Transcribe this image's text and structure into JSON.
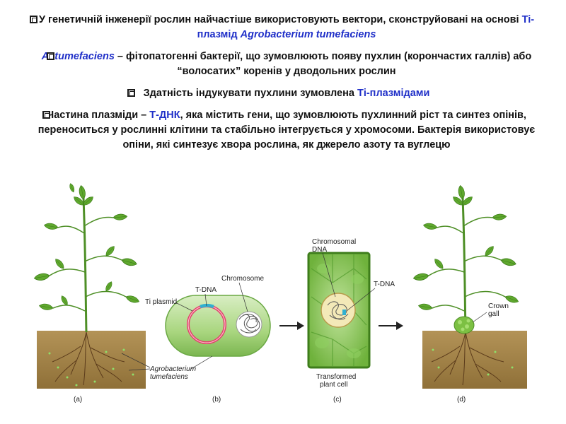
{
  "bullets": {
    "b1": {
      "pre": "У генетичній інженерії рослин найчастіше використовують вектори, сконструйовані на основі ",
      "hl_ti": "Ti-плазмід",
      "sp": " ",
      "hl_agro": "Agrobacterium tumefaciens"
    },
    "b2": {
      "hl": "A. tumefaciens",
      "post": " – фітопатогенні бактерії, що зумовлюють появу пухлин (корончастих галлів) або “волосатих” коренів у дводольних рослин"
    },
    "b3": {
      "pre": "Здатність індукувати пухлини зумовлена ",
      "hl": "Ті-плазмідами"
    },
    "b4": {
      "pre": "Частина плазміди – ",
      "hl": "Т-ДНК",
      "post": ", яка містить гени, що зумовлюють пухлинний ріст та синтез опінів, переноситься у рослинні клітини та стабільно інтегрується у хромосоми. Бактерія використовує опіни, які синтезує хвора рослина, як джерело азоту та вуглецю"
    }
  },
  "figure": {
    "ti_plasmid": "Ti plasmid",
    "t_dna_b": "T-DNA",
    "chromosome": "Chromosome",
    "chromosomal_1": "Chromosomal",
    "chromosomal_2": "DNA",
    "t_dna_c": "T-DNA",
    "crown_1": "Crown",
    "crown_2": "gall",
    "agro_1": "Agrobacterium",
    "agro_2": "tumefaciens",
    "transformed_1": "Transformed",
    "transformed_2": "plant cell",
    "panel_a": "(a)",
    "panel_b": "(b)",
    "panel_c": "(c)",
    "panel_d": "(d)"
  },
  "colors": {
    "highlight": "#1f2fc8",
    "leaf": "#5fa82e",
    "soil": "#a9884a",
    "cell": "#7fc04a",
    "plasmid": "#e0406a",
    "tdna": "#30b0d0"
  }
}
